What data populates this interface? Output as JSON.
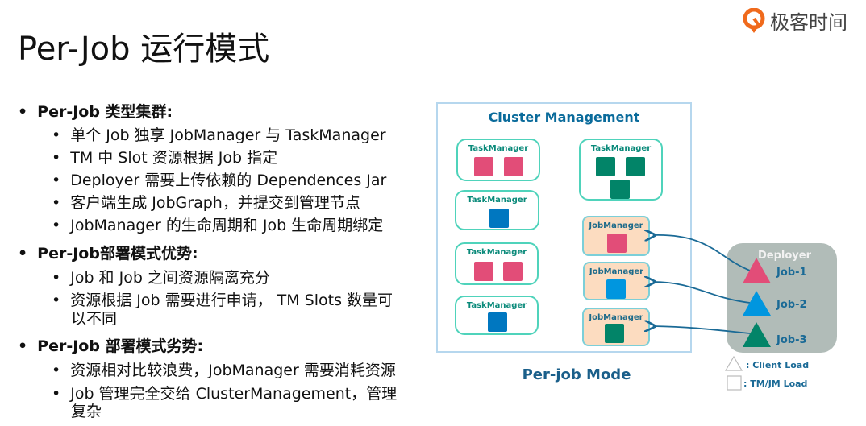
{
  "title": "Per-Job 运行模式",
  "logo": {
    "text": "极客时间"
  },
  "sections": [
    {
      "heading": "Per-Job 类型集群:",
      "items": [
        "单个 Job 独享 JobManager 与 TaskManager",
        "TM 中 Slot 资源根据  Job 指定",
        "Deployer 需要上传依赖的 Dependences Jar",
        "客户端生成 JobGraph，并提交到管理节点",
        "JobManager 的生命周期和 Job 生命周期绑定"
      ]
    },
    {
      "heading": "Per-Job部署模式优势:",
      "items": [
        "Job 和 Job 之间资源隔离充分",
        "资源根据 Job 需要进行申请， TM  Slots 数量可",
        "以不同"
      ]
    },
    {
      "heading": "Per-Job 部署模式劣势:",
      "items": [
        "资源相对比较浪费，JobManager 需要消耗资源",
        "Job 管理完全交给 ClusterManagement，管理",
        "复杂"
      ]
    }
  ],
  "diagram": {
    "cluster_title": "Cluster Management",
    "tm_label": "TaskManager",
    "jm_label": "JobManager",
    "deployer": "Deployer",
    "jobs": [
      "Job-1",
      "Job-2",
      "Job-3"
    ],
    "caption": "Per-job Mode",
    "legend": {
      "client": ": Client Load",
      "tmjm": ": TM/JM Load"
    },
    "colors": {
      "pink": "#e24d78",
      "blue": "#0077c0",
      "light_blue": "#0096df",
      "green": "#028468",
      "arrow": "#1a6a96"
    }
  }
}
